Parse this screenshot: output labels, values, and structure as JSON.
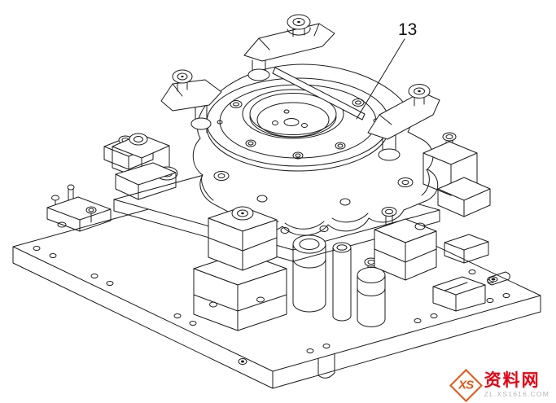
{
  "drawing": {
    "description": "Isometric CAD line drawing of a machining fixture assembly mounted on a rectangular base plate",
    "callout": {
      "label": "13"
    },
    "line_color": "#1c1c1c",
    "background": "#ffffff"
  },
  "watermark": {
    "logo_text": "XS",
    "site_name": "资料网",
    "site_url": "ZL.XS1616.COM",
    "logo_color": "#ea5514",
    "name_color": "#e60012",
    "url_color": "#b5b5b5"
  }
}
